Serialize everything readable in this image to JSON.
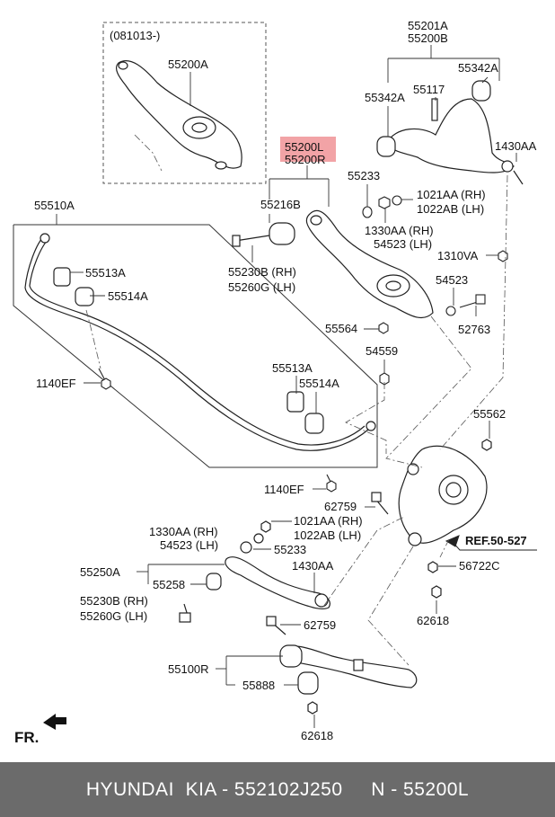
{
  "labels": {
    "date_code": "(081013-)",
    "p55200A": "55200A",
    "p55201A": "55201A",
    "p55200B": "55200B",
    "p55342A_r": "55342A",
    "p55342A_l": "55342A",
    "p55117": "55117",
    "p1430AA_top": "1430AA",
    "p55200L": "55200L",
    "p55200R": "55200R",
    "p55233_top": "55233",
    "p1021AA_top": "1021AA (RH)",
    "p1022AB_top": "1022AB (LH)",
    "p55216B": "55216B",
    "p1330AA_top": "1330AA (RH)",
    "p54523_top": "54523 (LH)",
    "p55230B_top": "55230B (RH)",
    "p55260G_top": "55260G (LH)",
    "p1310VA": "1310VA",
    "p54523_b": "54523",
    "p55510A": "55510A",
    "p55513A_l": "55513A",
    "p55514A_l": "55514A",
    "p55564": "55564",
    "p52763": "52763",
    "p54559": "54559",
    "p1140EF_l": "1140EF",
    "p55513A_r": "55513A",
    "p55514A_r": "55514A",
    "p55562": "55562",
    "p1140EF_b": "1140EF",
    "p62759_top": "62759",
    "p1330AA_b": "1330AA (RH)",
    "p54523_lh": "54523 (LH)",
    "p1021AA_b": "1021AA (RH)",
    "p1022AB_b": "1022AB (LH)",
    "p55233_b": "55233",
    "ref": "REF.50-527",
    "p55250A": "55250A",
    "p1430AA_b": "1430AA",
    "p55258": "55258",
    "p56722C": "56722C",
    "p55230B_b": "55230B (RH)",
    "p55260G_b": "55260G (LH)",
    "p62618_r": "62618",
    "p62759_b": "62759",
    "p55100R": "55100R",
    "p55888": "55888",
    "p62618_b": "62618",
    "fr": "FR."
  },
  "footer": "HYUNDAI  KIA - 552102J250     N - 55200L",
  "colors": {
    "highlight": "#f2a3a6",
    "footer_bg": "#6b6b6b"
  }
}
